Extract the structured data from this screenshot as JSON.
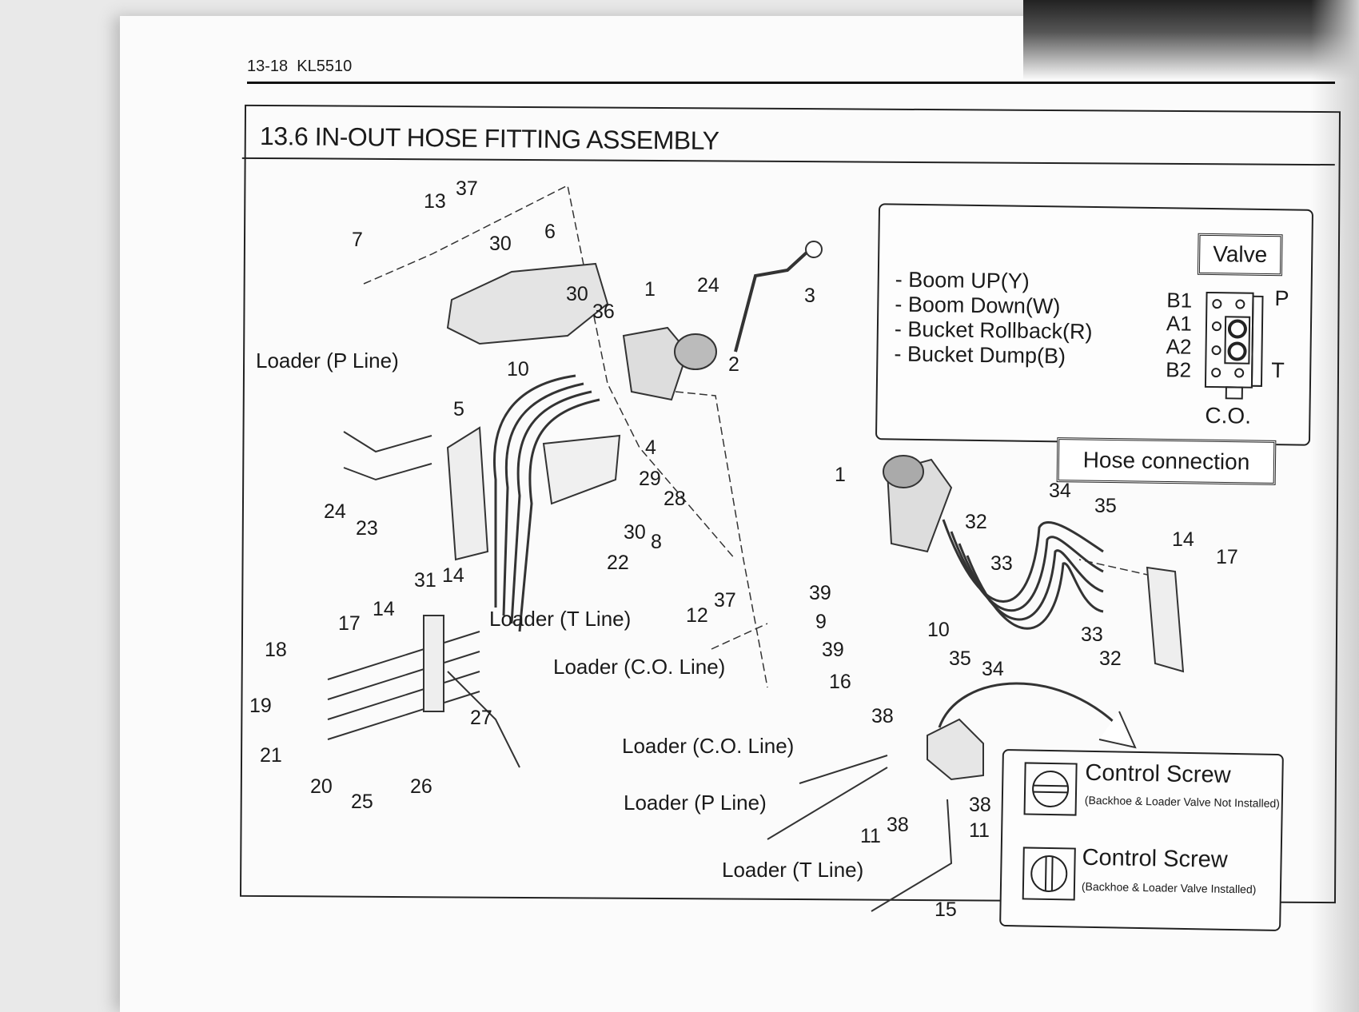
{
  "header": {
    "page": "13-18",
    "model": "KL5510"
  },
  "title": "13.6 IN-OUT HOSE FITTING ASSEMBLY",
  "labels": {
    "loader_p_line": "Loader (P Line)",
    "loader_t_line": "Loader (T Line)",
    "loader_co_line": "Loader (C.O. Line)"
  },
  "callouts": [
    "7",
    "13",
    "37",
    "30",
    "6",
    "30",
    "36",
    "1",
    "24",
    "3",
    "2",
    "10",
    "5",
    "4",
    "29",
    "28",
    "30",
    "8",
    "24",
    "23",
    "22",
    "31",
    "14",
    "12",
    "37",
    "39",
    "9",
    "39",
    "16",
    "17",
    "14",
    "18",
    "19",
    "21",
    "20",
    "25",
    "26",
    "27",
    "1",
    "34",
    "35",
    "32",
    "33",
    "14",
    "17",
    "10",
    "35",
    "34",
    "33",
    "32",
    "38",
    "11",
    "38",
    "38",
    "11",
    "15"
  ],
  "valve_legend": {
    "title": "Valve",
    "items": [
      "- Boom UP(Y)",
      "- Boom Down(W)",
      "- Bucket Rollback(R)",
      "- Bucket Dump(B)"
    ],
    "ports_left": [
      "B1",
      "A1",
      "A2",
      "B2"
    ],
    "port_p": "P",
    "port_t": "T",
    "port_co": "C.O."
  },
  "hose_connection": "Hose connection",
  "control_screw": [
    {
      "title": "Control Screw",
      "note": "(Backhoe & Loader Valve Not Installed)",
      "icon": "horizontal-slot-screw"
    },
    {
      "title": "Control Screw",
      "note": "(Backhoe & Loader Valve Installed)",
      "icon": "vertical-slot-screw"
    }
  ]
}
